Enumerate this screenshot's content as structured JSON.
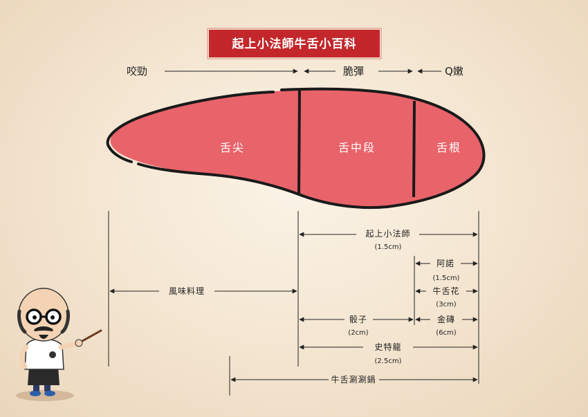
{
  "title": "起上小法師牛舌小百科",
  "texture_scale": {
    "chewy": "咬勁",
    "crisp": "脆彈",
    "tender": "Q嫩"
  },
  "sections": {
    "tip": "舌尖",
    "middle": "舌中段",
    "root": "舌根"
  },
  "cuts": {
    "qishang": {
      "name": "起上小法師",
      "size": "(1.5cm)"
    },
    "ano": {
      "name": "阿諾",
      "size": "(1.5cm)"
    },
    "flower": {
      "name": "牛舌花",
      "size": "(3cm)"
    },
    "dice": {
      "name": "骰子",
      "size": "(2cm)"
    },
    "brick": {
      "name": "金磚",
      "size": "(6cm)"
    },
    "strong": {
      "name": "史特龍",
      "size": "(2.5cm)"
    },
    "flavor": {
      "name": "風味料理"
    },
    "shabu": {
      "name": "牛舌涮涮鍋"
    }
  },
  "colors": {
    "brand_red": "#c3272b",
    "tongue_red": "#e8636a",
    "outline": "#1a1a1a"
  }
}
